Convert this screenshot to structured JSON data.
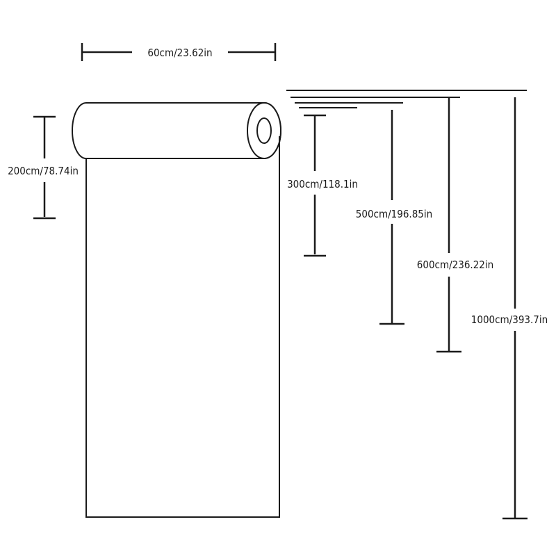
{
  "colors": {
    "background": "#ffffff",
    "stroke": "#1a1a1a"
  },
  "roll": {
    "width_label": "60cm/23.62in",
    "height_label": "200cm/78.74in"
  },
  "lengths": [
    {
      "name": "length-300",
      "label": "300cm/118.1in"
    },
    {
      "name": "length-500",
      "label": "500cm/196.85in"
    },
    {
      "name": "length-600",
      "label": "600cm/236.22in"
    },
    {
      "name": "length-1000",
      "label": "1000cm/393.7in"
    }
  ]
}
